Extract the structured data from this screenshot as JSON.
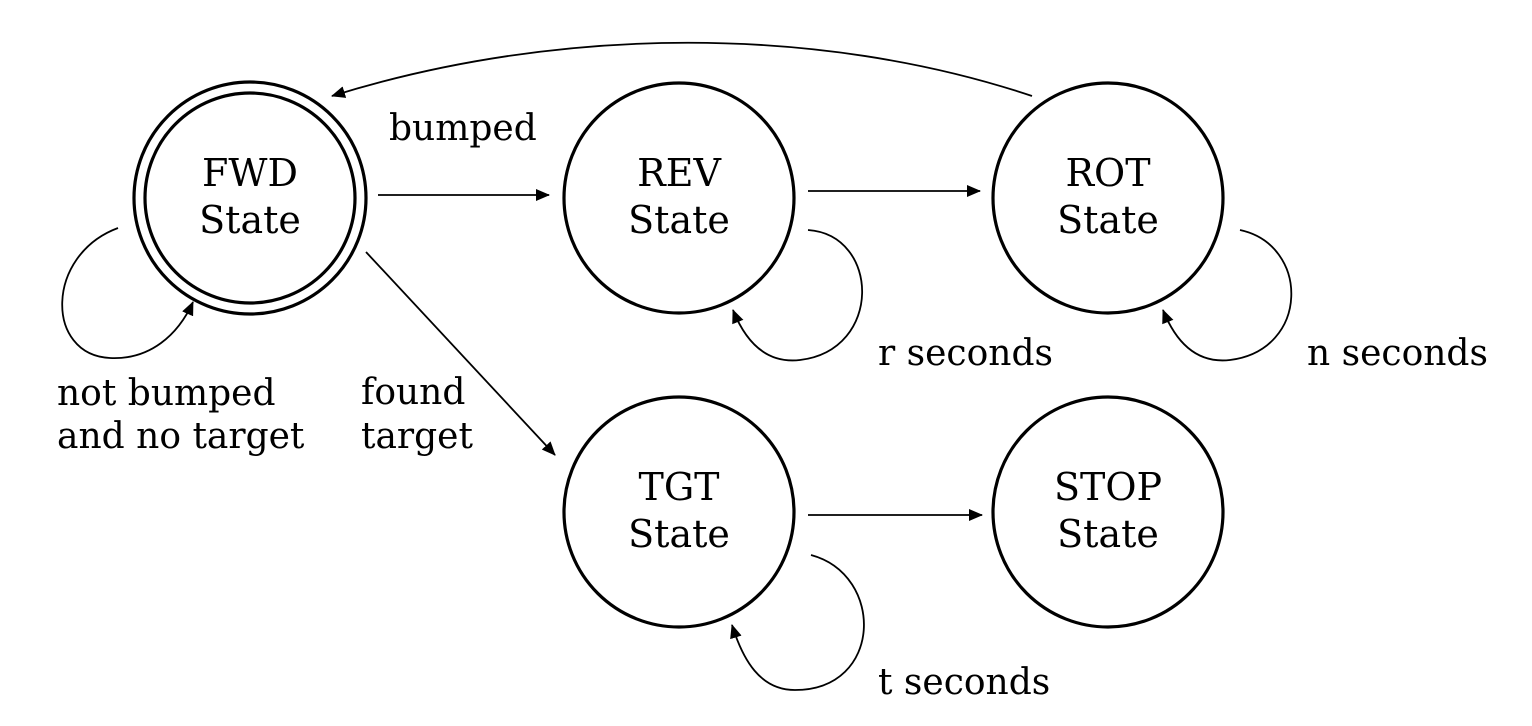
{
  "states": {
    "fwd": {
      "name": "FWD",
      "kind": "State"
    },
    "rev": {
      "name": "REV",
      "kind": "State"
    },
    "rot": {
      "name": "ROT",
      "kind": "State"
    },
    "tgt": {
      "name": "TGT",
      "kind": "State"
    },
    "stop": {
      "name": "STOP",
      "kind": "State"
    }
  },
  "transitions": {
    "fwd_self": {
      "line1": "not bumped",
      "line2": "and no target"
    },
    "fwd_rev": {
      "label": "bumped"
    },
    "fwd_tgt": {
      "line1": "found",
      "line2": "target"
    },
    "rev_self": {
      "label": "r seconds"
    },
    "rot_self": {
      "label": "n seconds"
    },
    "tgt_self": {
      "label": "t seconds"
    }
  },
  "colors": {
    "stroke": "#000000",
    "background": "#ffffff"
  }
}
